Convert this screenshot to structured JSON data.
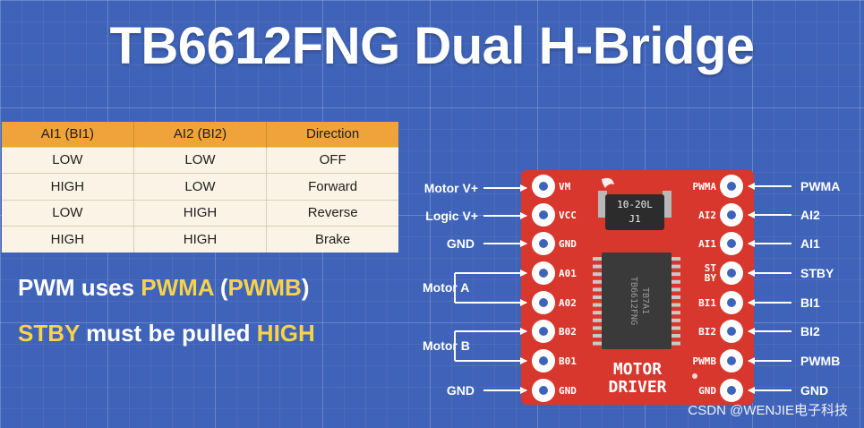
{
  "title": "TB6612FNG Dual H-Bridge",
  "table": {
    "headers": [
      "AI1 (BI1)",
      "AI2 (BI2)",
      "Direction"
    ],
    "rows": [
      [
        "LOW",
        "LOW",
        "OFF"
      ],
      [
        "HIGH",
        "LOW",
        "Forward"
      ],
      [
        "LOW",
        "HIGH",
        "Reverse"
      ],
      [
        "HIGH",
        "HIGH",
        "Brake"
      ]
    ]
  },
  "notes": {
    "pwm_prefix": "PWM uses ",
    "pwm_pwma": "PWMA",
    "pwm_open": " (",
    "pwm_pwmb": "PWMB",
    "pwm_close": ")",
    "stby_word": "STBY",
    "stby_mid": " must be pulled ",
    "stby_high": "HIGH"
  },
  "board": {
    "left_labels": [
      "Motor V+",
      "Logic V+",
      "GND",
      "Motor A",
      "Motor B",
      "GND"
    ],
    "right_labels": [
      "PWMA",
      "AI2",
      "AI1",
      "STBY",
      "BI1",
      "BI2",
      "PWMB",
      "GND"
    ],
    "left_pins": [
      "VM",
      "VCC",
      "GND",
      "A01",
      "A02",
      "B02",
      "B01",
      "GND"
    ],
    "right_pins": [
      "PWMA",
      "AI2",
      "AI1",
      "ST",
      "BY",
      "BI1",
      "BI2",
      "PWMB",
      "GND"
    ],
    "chip_text": [
      "TB6612FNG",
      "TB7A1"
    ],
    "cap_text": [
      "10-20L",
      "J1"
    ],
    "brand": [
      "MOTOR",
      "DRIVER"
    ]
  },
  "colors": {
    "background": "#3f63b8",
    "board_red": "#d8372d",
    "header_orange": "#f0a33a",
    "highlight_yellow": "#f7d34a"
  },
  "watermark": "CSDN @WENJIE电子科技"
}
